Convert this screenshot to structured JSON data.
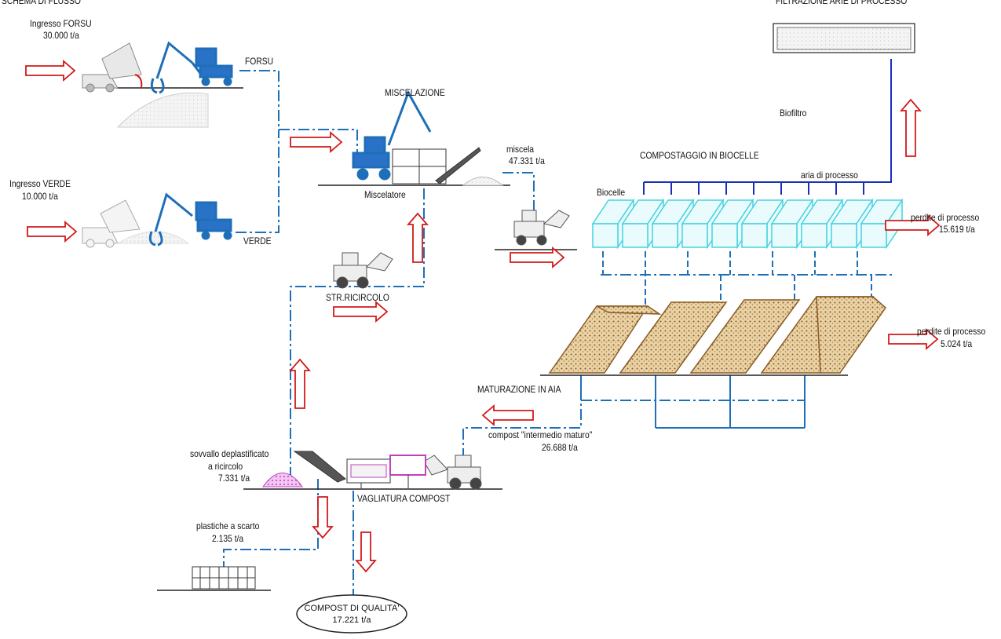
{
  "header": {
    "title": "SCHEMA DI FLUSSO"
  },
  "inputs": {
    "forsu_title": "Ingresso FORSU",
    "forsu_qty": "30.000 t/a",
    "forsu_line": "FORSU",
    "verde_title": "Ingresso VERDE",
    "verde_qty": "10.000 t/a",
    "verde_line": "VERDE"
  },
  "mixing": {
    "title": "MISCELAZIONE",
    "mixer": "Miscelatore",
    "mix_label": "miscela",
    "mix_qty": "47.331 t/a",
    "recirc": "STR.RICIRCOLO"
  },
  "biocells": {
    "title": "COMPOSTAGGIO IN BIOCELLE",
    "cells": "Biocelle",
    "air": "aria di processo",
    "loss_label": "perdite di processo",
    "loss_qty": "15.619 t/a"
  },
  "biofilter": {
    "title": "FILTRAZIONE ARIE DI PROCESSO",
    "label": "Biofiltro"
  },
  "maturation": {
    "title": "MATURAZIONE IN AIA",
    "loss_label": "perdite di processo",
    "loss_qty": "5.024 t/a",
    "output_label": "compost \"intermedio maturo\"",
    "output_qty": "26.688 t/a"
  },
  "screening": {
    "title": "VAGLIATURA COMPOST",
    "recirc_l1": "sovvallo deplastificato",
    "recirc_l2": "a ricircolo",
    "recirc_qty": "7.331 t/a",
    "waste_label": "plastiche a scarto",
    "waste_qty": "2.135 t/a",
    "final_label": "COMPOST DI QUALITA'",
    "final_qty": "17.221 t/a"
  },
  "colors": {
    "flow_line": "#1f6fb8",
    "arrow": "#d11a1a",
    "biocell": "#45d3e0",
    "air_line": "#1a2fb8",
    "compost": "#b8874a",
    "screen": "#c040c0"
  }
}
